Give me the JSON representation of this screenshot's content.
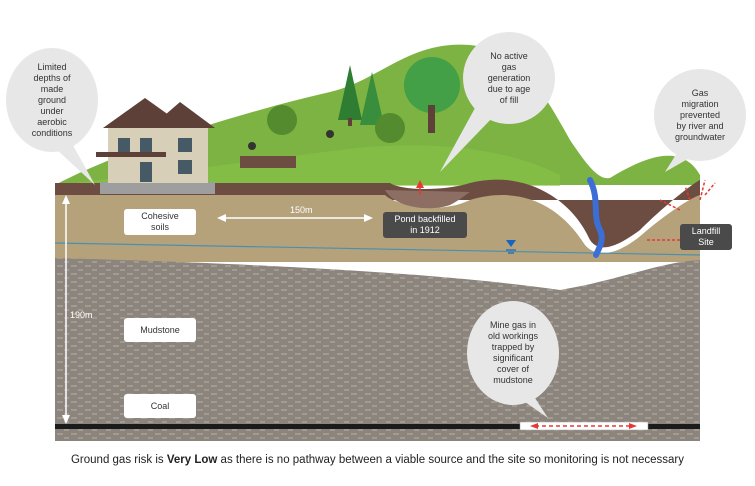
{
  "callouts": {
    "made_ground": "Limited\ndepths of\nmade\nground\nunder\naerobic\nconditions",
    "no_gas": "No active\ngas\ngeneration\ndue to age\nof fill",
    "gas_migration": "Gas\nmigration\nprevented\nby river and\ngroundwater",
    "mine_gas": "Mine gas in\nold workings\ntrapped by\nsignificant\ncover of\nmudstone"
  },
  "labels": {
    "cohesive_soils": "Cohesive\nsoils",
    "pond": "Pond backfilled\nin 1912",
    "landfill": "Landfill\nSite",
    "mudstone": "Mudstone",
    "coal": "Coal"
  },
  "dimensions": {
    "distance": "150m",
    "depth": "190m"
  },
  "caption": {
    "before": "Ground gas risk is ",
    "bold": "Very Low",
    "after": " as there is no pathway between a viable source and the site so monitoring is not necessary"
  }
}
